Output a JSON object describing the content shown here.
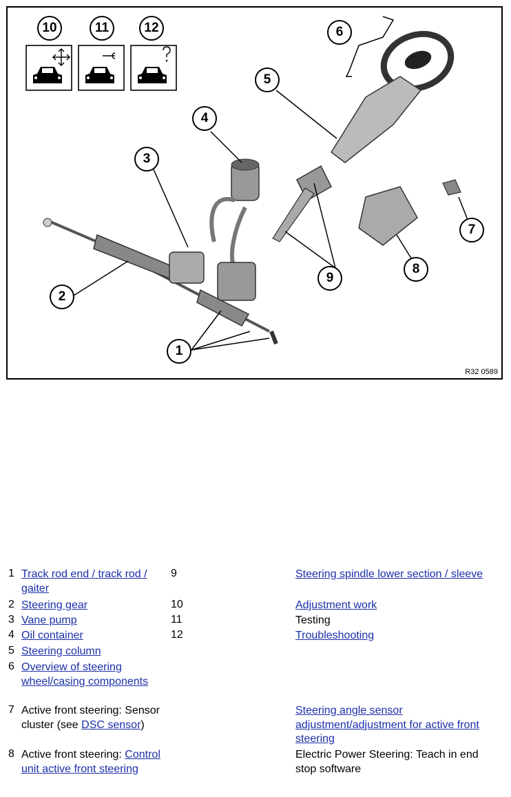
{
  "figure": {
    "code": "R32 0589",
    "callouts": [
      "1",
      "2",
      "3",
      "4",
      "5",
      "6",
      "7",
      "8",
      "9",
      "10",
      "11",
      "12"
    ]
  },
  "legend": [
    {
      "num": "1",
      "desc": [
        {
          "text": "Track rod end / track rod / gaiter",
          "link": true
        }
      ],
      "ref_num": "9",
      "ref": [
        {
          "text": "Steering spindle lower section / sleeve",
          "link": true
        }
      ]
    },
    {
      "num": "2",
      "desc": [
        {
          "text": "Steering gear",
          "link": true
        }
      ],
      "ref_num": "10",
      "ref": [
        {
          "text": "Adjustment work",
          "link": true
        }
      ]
    },
    {
      "num": "3",
      "desc": [
        {
          "text": "Vane pump",
          "link": true
        }
      ],
      "ref_num": "11",
      "ref": [
        {
          "text": "Testing",
          "link": false
        }
      ]
    },
    {
      "num": "4",
      "desc": [
        {
          "text": "Oil container",
          "link": true
        }
      ],
      "ref_num": "12",
      "ref": [
        {
          "text": "Troubleshooting",
          "link": true
        }
      ]
    },
    {
      "num": "5",
      "desc": [
        {
          "text": "Steering column",
          "link": true
        }
      ],
      "ref_num": "",
      "ref": []
    },
    {
      "num": "6",
      "desc": [
        {
          "text": "Overview of steering wheel/casing components",
          "link": true
        }
      ],
      "ref_num": "",
      "ref": []
    },
    {
      "num": "7",
      "desc": [
        {
          "text": "Active front steering: Sensor cluster (see ",
          "link": false
        },
        {
          "text": "DSC sensor",
          "link": true
        },
        {
          "text": ")",
          "link": false
        }
      ],
      "ref_num": "",
      "ref": [
        {
          "text": "Steering angle sensor adjustment/adjustment for active front steering",
          "link": true
        }
      ]
    },
    {
      "num": "8",
      "desc": [
        {
          "text": "Active front steering: ",
          "link": false
        },
        {
          "text": "Control unit active front steering",
          "link": true
        }
      ],
      "ref_num": "",
      "ref": [
        {
          "text": "Electric Power Steering: Teach in end stop software",
          "link": false
        }
      ]
    }
  ]
}
